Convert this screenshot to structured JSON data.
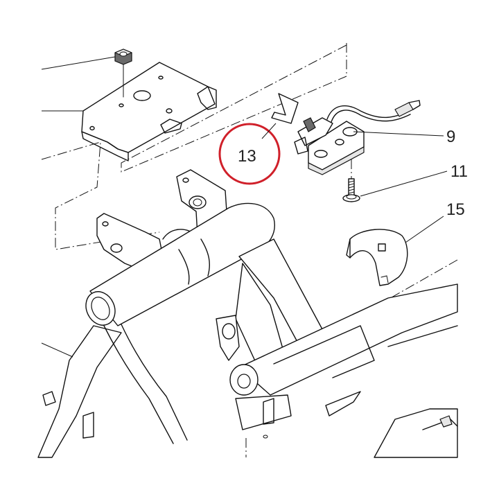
{
  "callouts": {
    "part_9": "9",
    "part_11": "11",
    "part_13": "13",
    "part_15": "15"
  },
  "highlight": {
    "target": "part_13",
    "color": "#d0202a"
  }
}
